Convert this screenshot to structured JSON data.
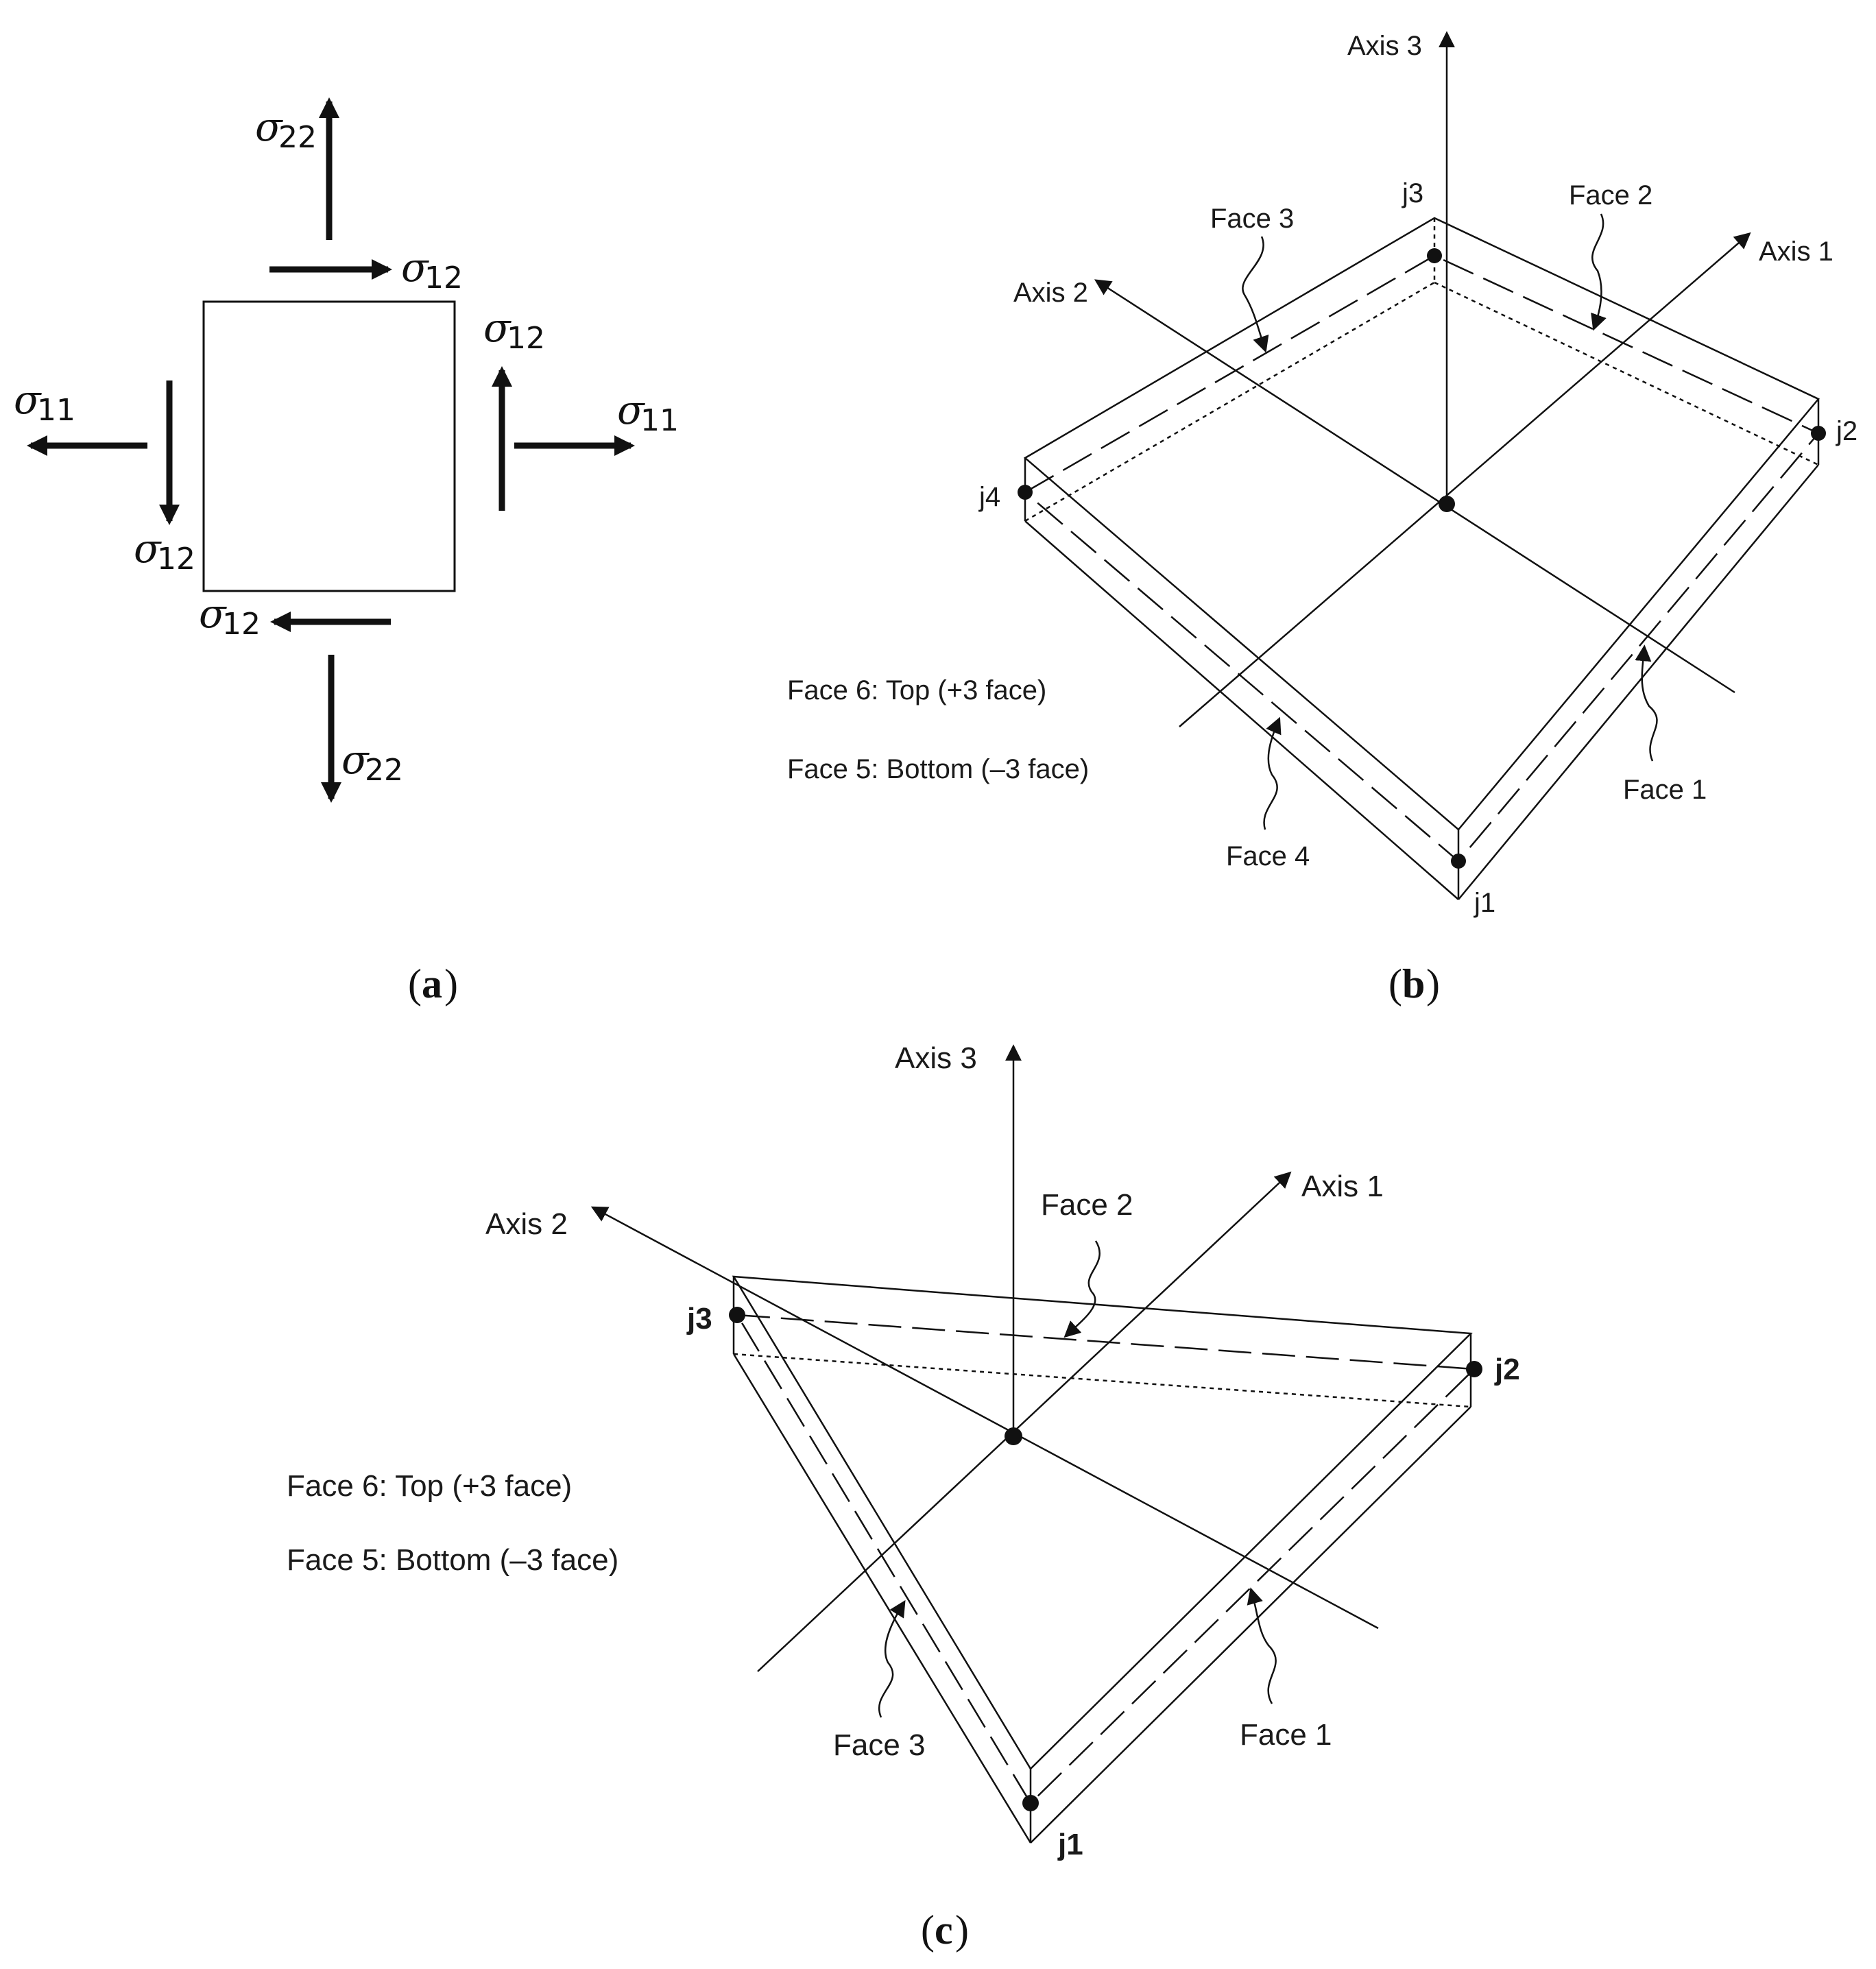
{
  "panel_a": {
    "caption": "a",
    "labels": {
      "s22_top": {
        "sym": "σ",
        "sub": "22"
      },
      "s12_top": {
        "sym": "σ",
        "sub": "12"
      },
      "s12_right": {
        "sym": "σ",
        "sub": "12"
      },
      "s11_right": {
        "sym": "σ",
        "sub": "11"
      },
      "s11_left": {
        "sym": "σ",
        "sub": "11"
      },
      "s12_left": {
        "sym": "σ",
        "sub": "12"
      },
      "s12_bottom": {
        "sym": "σ",
        "sub": "12"
      },
      "s22_bottom": {
        "sym": "σ",
        "sub": "22"
      }
    }
  },
  "panel_b": {
    "caption": "b",
    "axis3": "Axis 3",
    "axis2": "Axis 2",
    "axis1": "Axis 1",
    "face1": "Face 1",
    "face2": "Face 2",
    "face3": "Face 3",
    "face4": "Face 4",
    "j1": "j1",
    "j2": "j2",
    "j3": "j3",
    "j4": "j4",
    "face6": "Face 6: Top (+3 face)",
    "face5": "Face 5: Bottom (–3 face)"
  },
  "panel_c": {
    "caption": "c",
    "axis3": "Axis 3",
    "axis2": "Axis 2",
    "axis1": "Axis 1",
    "face1": "Face 1",
    "face2": "Face 2",
    "face3": "Face 3",
    "j1": "j1",
    "j2": "j2",
    "j3": "j3",
    "face6": "Face 6: Top (+3 face)",
    "face5": "Face 5: Bottom (–3 face)"
  }
}
